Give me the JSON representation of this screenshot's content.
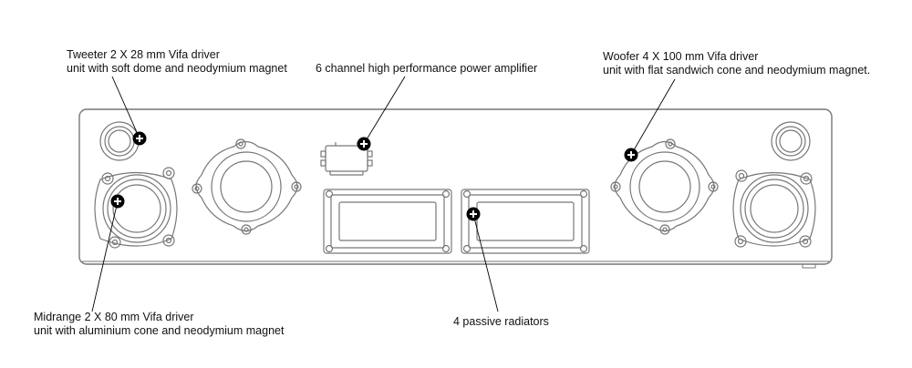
{
  "callouts": {
    "tweeter": {
      "line1": "Tweeter 2 X 28 mm Vifa driver",
      "line2": "unit with soft dome and neodymium magnet"
    },
    "amplifier": {
      "line1": "6 channel high performance power amplifier"
    },
    "woofer": {
      "line1": "Woofer 4 X 100 mm Vifa driver",
      "line2": "unit with flat sandwich cone and neodymium magnet."
    },
    "midrange": {
      "line1": "Midrange 2 X 80 mm Vifa driver",
      "line2": "unit with aluminium cone and neodymium magnet"
    },
    "passive_radiators": {
      "line1": "4 passive radiators"
    }
  },
  "colors": {
    "outline": "#777777",
    "text": "#111111",
    "marker": "#000000"
  },
  "icons": {
    "marker": "plus-circle-icon"
  }
}
